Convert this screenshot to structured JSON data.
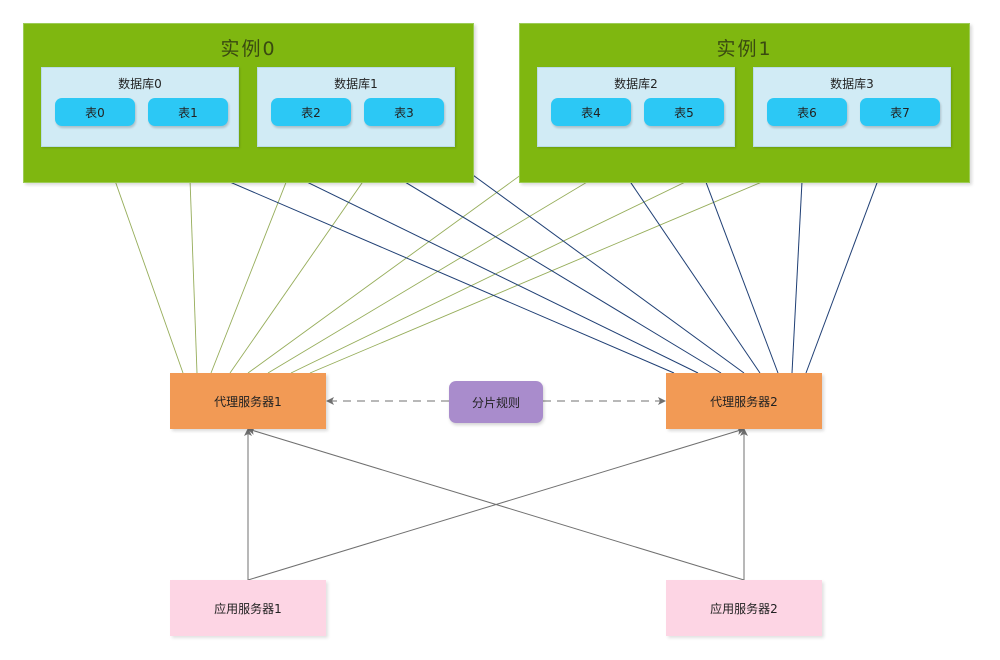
{
  "colors": {
    "instance_bg": "#7fb710",
    "database_bg": "#d1ebf5",
    "table_bg": "#2cc8f5",
    "proxy_bg": "#f29a55",
    "rule_bg": "#a98ccc",
    "app_bg": "#fdd5e4",
    "proxy1_link": "#96ad5a",
    "proxy2_link": "#1f3f74",
    "app_link": "#707070",
    "rule_link": "#707070"
  },
  "instances": [
    {
      "title": "实例0",
      "databases": [
        {
          "title": "数据库0",
          "tables": [
            "表0",
            "表1"
          ]
        },
        {
          "title": "数据库1",
          "tables": [
            "表2",
            "表3"
          ]
        }
      ]
    },
    {
      "title": "实例1",
      "databases": [
        {
          "title": "数据库2",
          "tables": [
            "表4",
            "表5"
          ]
        },
        {
          "title": "数据库3",
          "tables": [
            "表6",
            "表7"
          ]
        }
      ]
    }
  ],
  "proxies": [
    {
      "label": "代理服务器1"
    },
    {
      "label": "代理服务器2"
    }
  ],
  "sharding_rule": {
    "label": "分片规则"
  },
  "app_servers": [
    {
      "label": "应用服务器1"
    },
    {
      "label": "应用服务器2"
    }
  ],
  "connections": {
    "proxy_to_tables": [
      {
        "proxy": 0,
        "tables": [
          0,
          1,
          2,
          3,
          4,
          5,
          6,
          7
        ]
      },
      {
        "proxy": 1,
        "tables": [
          0,
          1,
          2,
          3,
          4,
          5,
          6,
          7
        ]
      }
    ],
    "app_to_proxies": [
      {
        "app": 0,
        "proxies": [
          0,
          1
        ]
      },
      {
        "app": 1,
        "proxies": [
          0,
          1
        ]
      }
    ],
    "rule_to_proxies": {
      "style": "dashed",
      "proxies": [
        0,
        1
      ]
    }
  }
}
